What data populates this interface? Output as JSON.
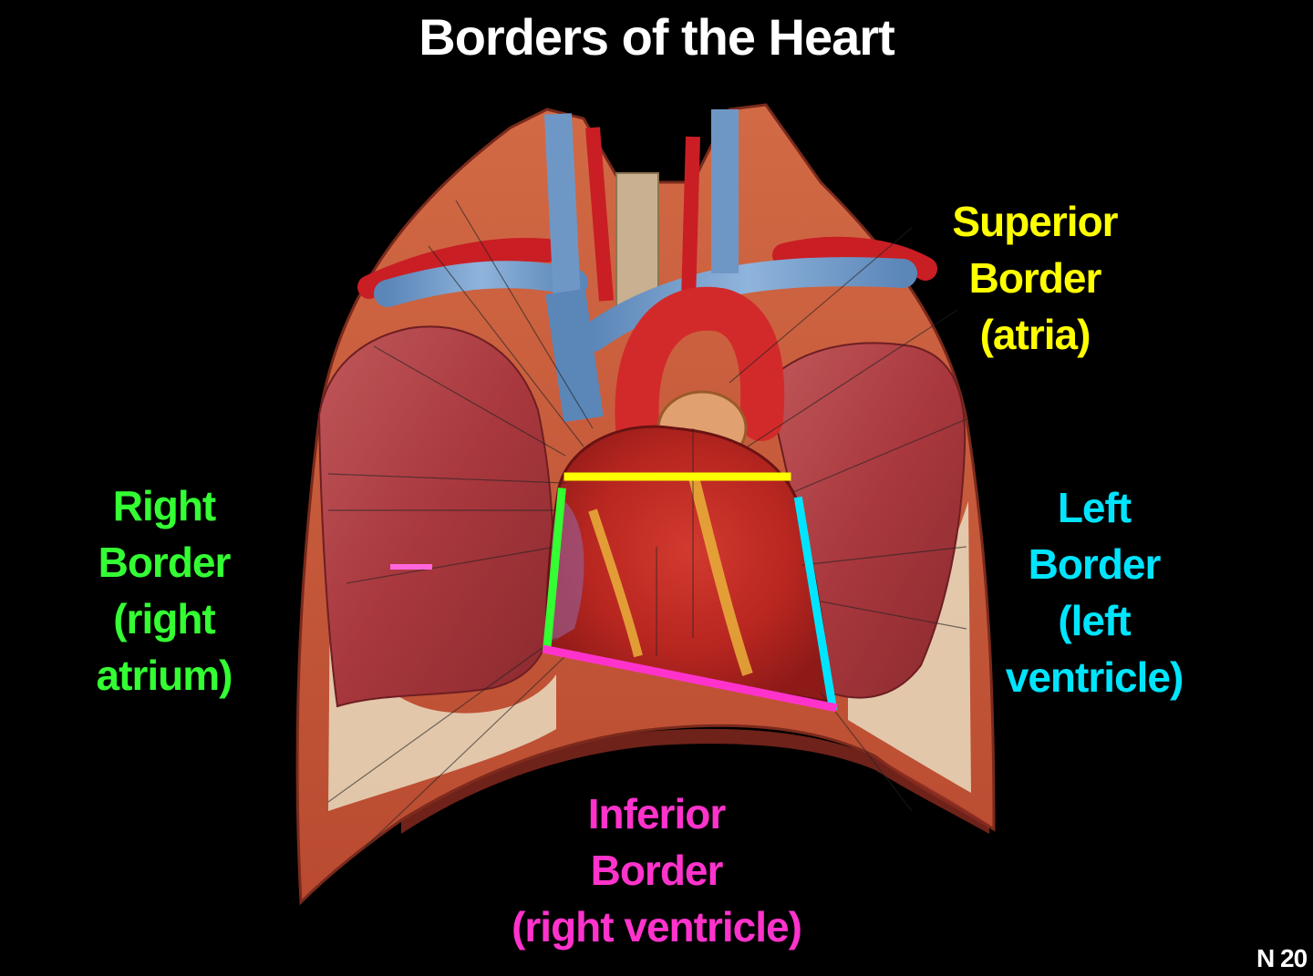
{
  "slide": {
    "title": "Borders of the Heart",
    "reference": "N 20"
  },
  "labels": {
    "superior": {
      "lines": [
        "Superior",
        "Border",
        "(atria)"
      ],
      "color": "#ffff00"
    },
    "right": {
      "lines": [
        "Right",
        "Border",
        "(right",
        "atrium)"
      ],
      "color": "#33ff33"
    },
    "left": {
      "lines": [
        "Left",
        "Border",
        "(left",
        "ventricle)"
      ],
      "color": "#00e5ff"
    },
    "inferior": {
      "lines": [
        "Inferior",
        "Border",
        "(right ventricle)"
      ],
      "color": "#ff33cc"
    }
  },
  "figure": {
    "subject": "anatomical illustration of thorax with heart, lungs and great vessels",
    "border_lines": [
      {
        "name": "superior-border",
        "color": "#ffff00"
      },
      {
        "name": "right-border",
        "color": "#33ff33"
      },
      {
        "name": "left-border",
        "color": "#00e5ff"
      },
      {
        "name": "inferior-border",
        "color": "#ff33cc"
      }
    ]
  }
}
